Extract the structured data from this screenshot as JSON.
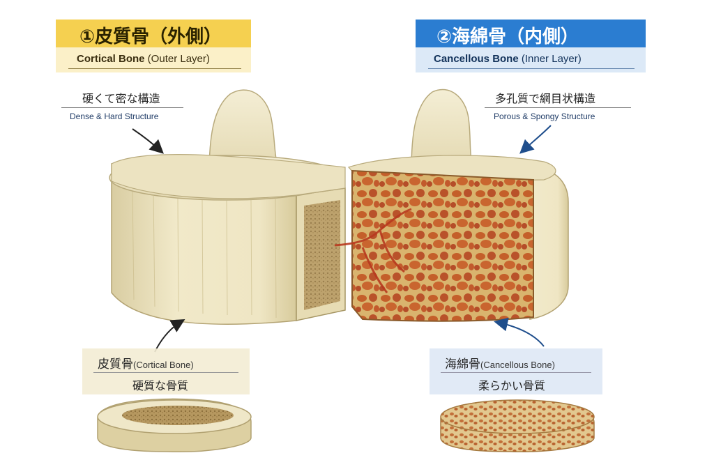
{
  "left_panel": {
    "heading_jp": "①皮質骨（外側）",
    "heading_en_bold": "Cortical Bone",
    "heading_en_rest": " (Outer Layer)",
    "callout_jp": "硬くて密な構造",
    "callout_en": "Dense & Hard Structure",
    "bottom_label_jp": "皮質骨",
    "bottom_label_en": "(Cortical Bone)",
    "bottom_desc_jp": "硬質な骨質",
    "accent_color": "#f6d35a"
  },
  "right_panel": {
    "heading_jp": "②海綿骨（内側）",
    "heading_en_bold": "Cancellous Bone",
    "heading_en_rest": " (Inner Layer)",
    "callout_jp": "多孔質で網目状構造",
    "callout_en": "Porous & Spongy Structure",
    "bottom_label_jp": "海綿骨",
    "bottom_label_en": "(Cancellous Bone)",
    "bottom_desc_jp": "柔らかい骨質",
    "accent_color": "#2f7fd0"
  }
}
